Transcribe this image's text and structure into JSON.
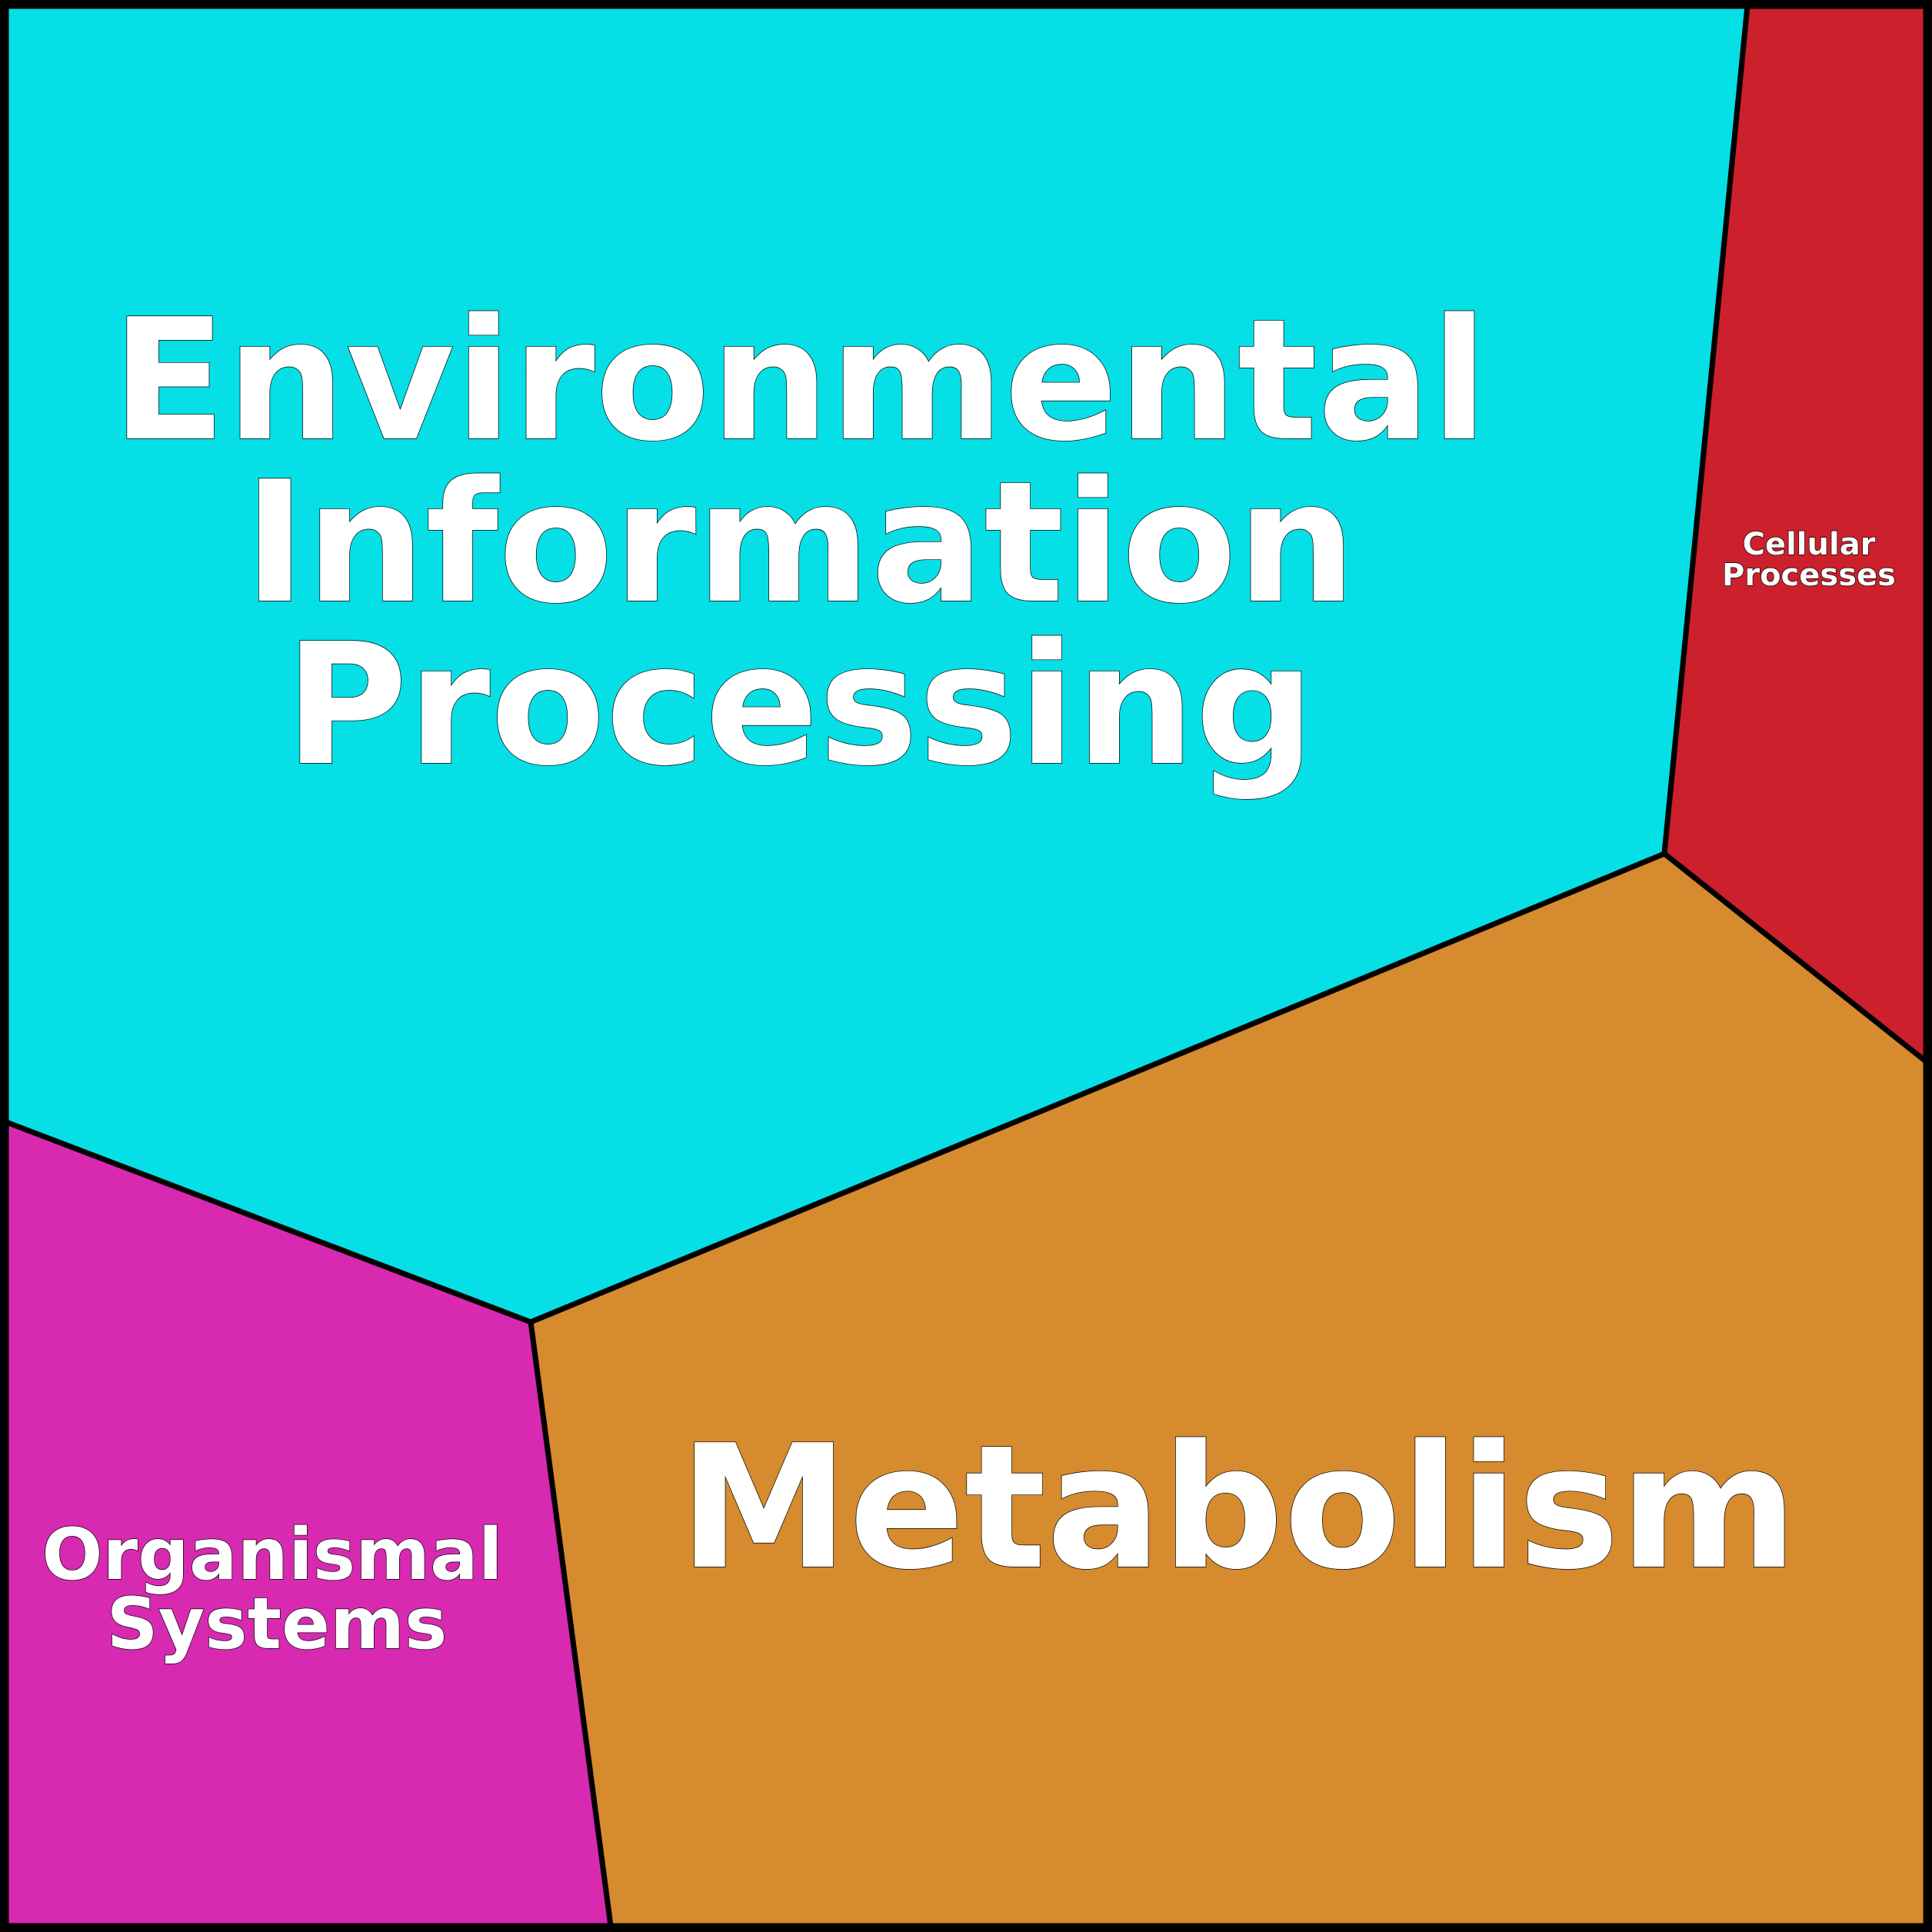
{
  "diagram": {
    "type": "voronoi-treemap",
    "border_color": "#000000",
    "cells": [
      {
        "id": "environmental-information-processing",
        "label_lines": [
          "Environmental",
          "Information",
          "Processing"
        ],
        "color": "#06DFE6"
      },
      {
        "id": "cellular-processes",
        "label_lines": [
          "Cellular",
          "Processes"
        ],
        "color": "#CC202C"
      },
      {
        "id": "metabolism",
        "label_lines": [
          "Metabolism"
        ],
        "color": "#D58B2E"
      },
      {
        "id": "organismal-systems",
        "label_lines": [
          "Organismal",
          "Systems"
        ],
        "color": "#D829B1"
      }
    ]
  }
}
